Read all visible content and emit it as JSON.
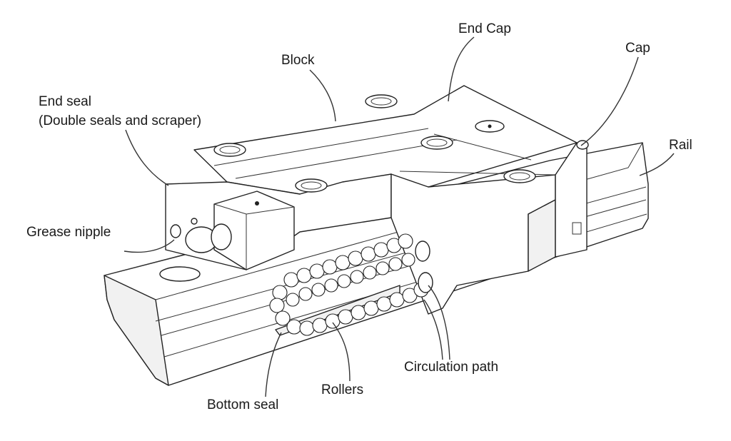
{
  "labels": {
    "end_cap": "End Cap",
    "block": "Block",
    "cap": "Cap",
    "end_seal_line1": "End seal",
    "end_seal_line2": "(Double seals and scraper)",
    "rail": "Rail",
    "grease_nipple": "Grease nipple",
    "circulation_path": "Circulation path",
    "rollers": "Rollers",
    "bottom_seal": "Bottom seal"
  }
}
